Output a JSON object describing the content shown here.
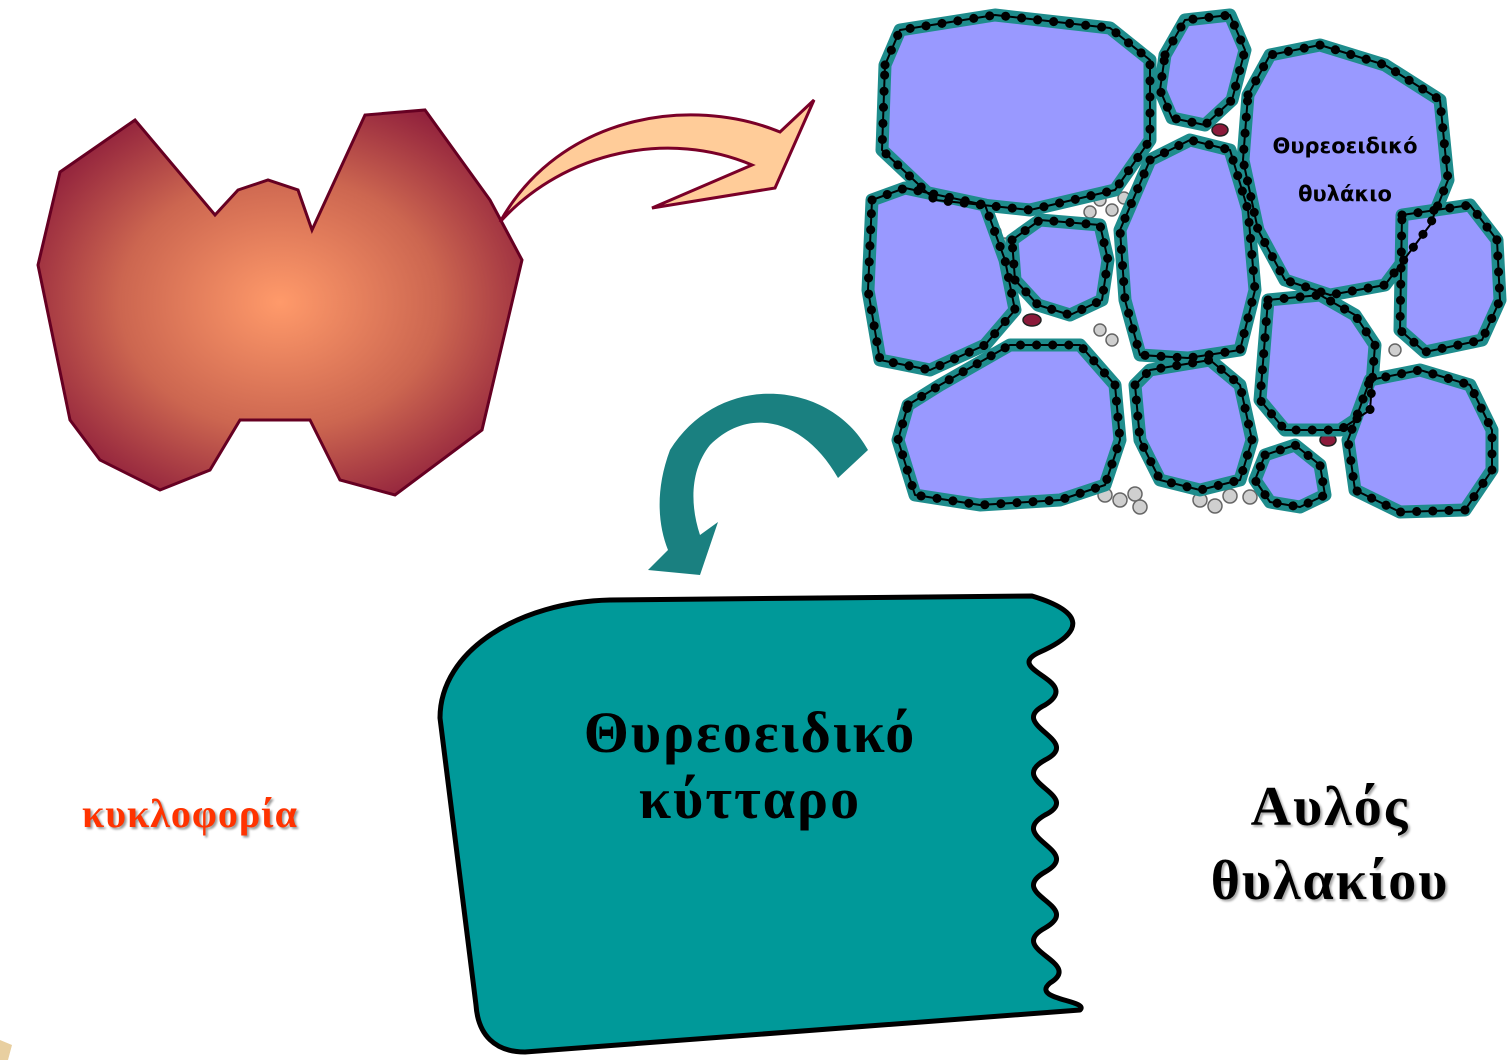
{
  "labels": {
    "circulation": "κυκλοφορία",
    "cell_line1": "Θυρεοειδικό",
    "cell_line2": "κύτταρο",
    "lumen_line1": "Αυλός",
    "lumen_line2": "θυλακίου",
    "follicle_line1": "Θυρεοειδικό",
    "follicle_line2": "θυλάκιο"
  },
  "colors": {
    "gland_center": "#ff9966",
    "gland_edge": "#8b1a3a",
    "follicle_colloid": "#9999ff",
    "epithelium": "#2a9a9a",
    "cell_fill": "#009999",
    "curved_arrow": "#1a8080",
    "orange_arrow": "#ffcc99",
    "circulation_text": "#ff3300"
  }
}
